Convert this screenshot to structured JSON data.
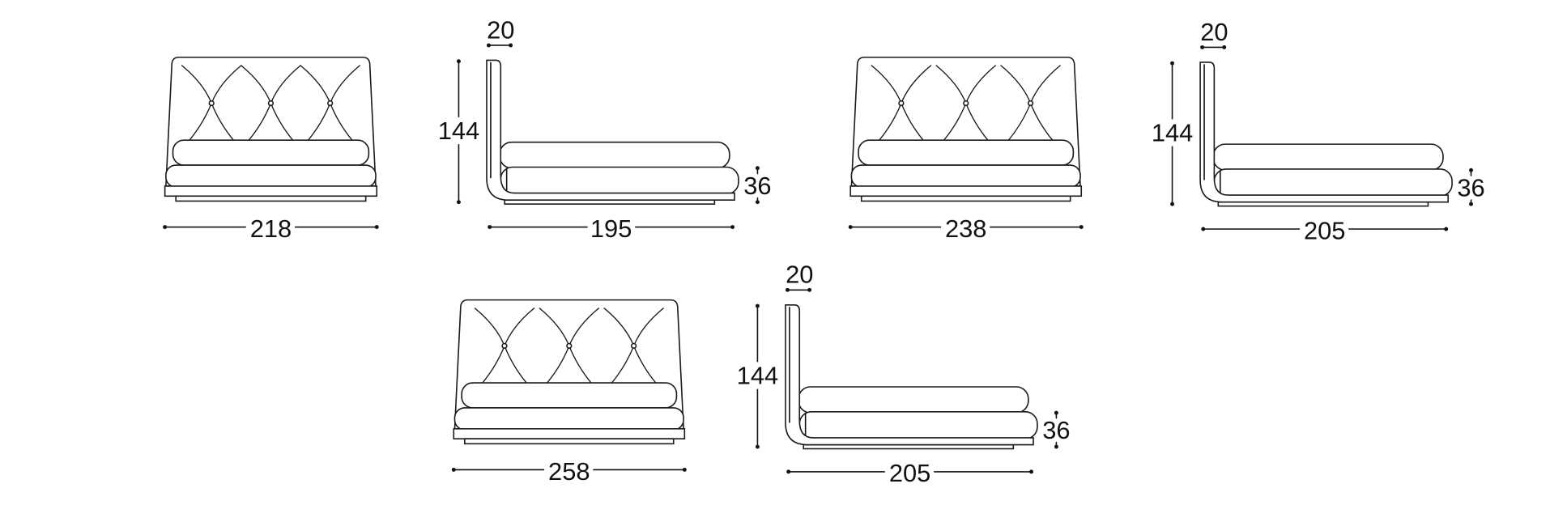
{
  "beds": [
    {
      "front_width": "218",
      "side_depth": "195",
      "height": "144",
      "headboard_thickness": "20",
      "base_height": "36"
    },
    {
      "front_width": "238",
      "side_depth": "205",
      "height": "144",
      "headboard_thickness": "20",
      "base_height": "36"
    },
    {
      "front_width": "258",
      "side_depth": "205",
      "height": "144",
      "headboard_thickness": "20",
      "base_height": "36"
    }
  ],
  "colors": {
    "line": "#1a1a1a",
    "background": "#ffffff"
  }
}
